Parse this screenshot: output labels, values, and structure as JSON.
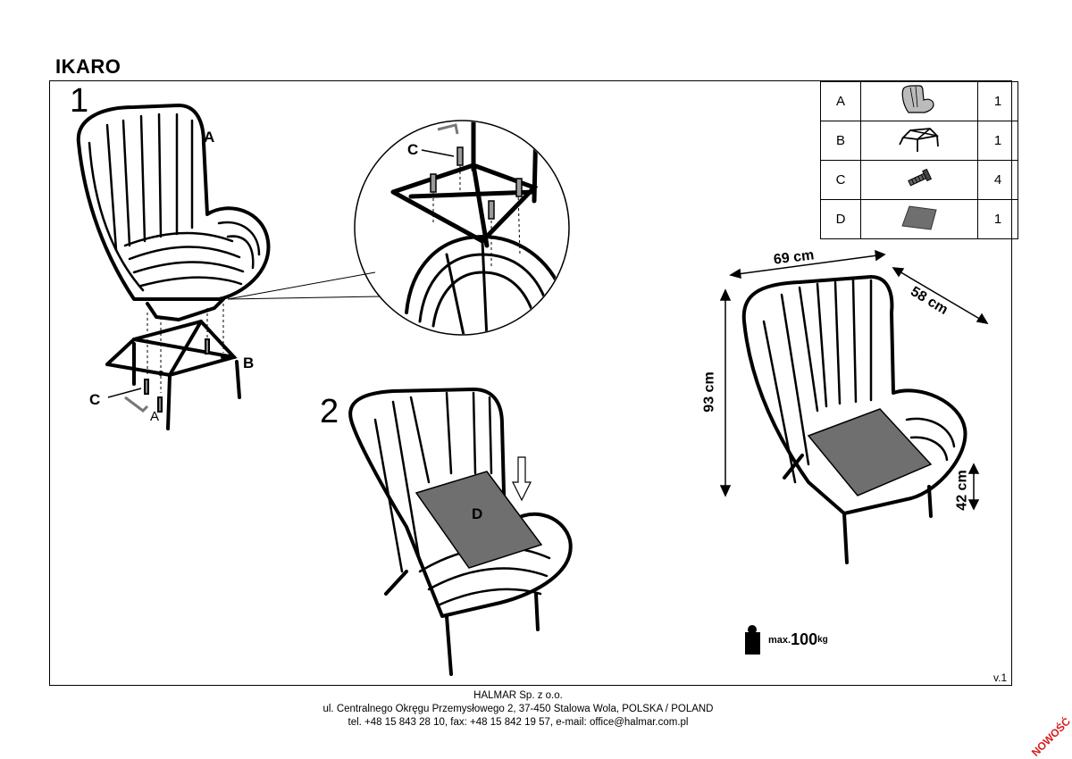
{
  "title": "IKARO",
  "steps": {
    "one": "1",
    "two": "2"
  },
  "labels": {
    "a": "A",
    "b": "B",
    "c": "C",
    "c_zoom": "C",
    "a_small": "A",
    "d": "D"
  },
  "parts": [
    {
      "letter": "A",
      "icon": "chair-icon",
      "qty": "1"
    },
    {
      "letter": "B",
      "icon": "chair-frame-icon",
      "qty": "1"
    },
    {
      "letter": "C",
      "icon": "screw-icon",
      "qty": "4"
    },
    {
      "letter": "D",
      "icon": "cushion-icon",
      "qty": "1"
    }
  ],
  "dimensions": {
    "width": "69 cm",
    "depth": "58 cm",
    "height": "93 cm",
    "seat": "42 cm"
  },
  "weight": {
    "prefix": "max.",
    "value": "100",
    "unit": "kg"
  },
  "version": "v.1",
  "footer": {
    "company": "HALMAR Sp. z o.o.",
    "address": "ul. Centralnego Okręgu Przemysłowego 2, 37-450 Stalowa Wola, POLSKA / POLAND",
    "contact": "tel. +48 15 843 28 10, fax: +48 15 842 19 57, e-mail: office@halmar.com.pl"
  },
  "corner_badge": "NOWOŚĆ",
  "colors": {
    "line": "#000000",
    "cushion": "#6f6f6f",
    "badge": "#d61a1a"
  }
}
